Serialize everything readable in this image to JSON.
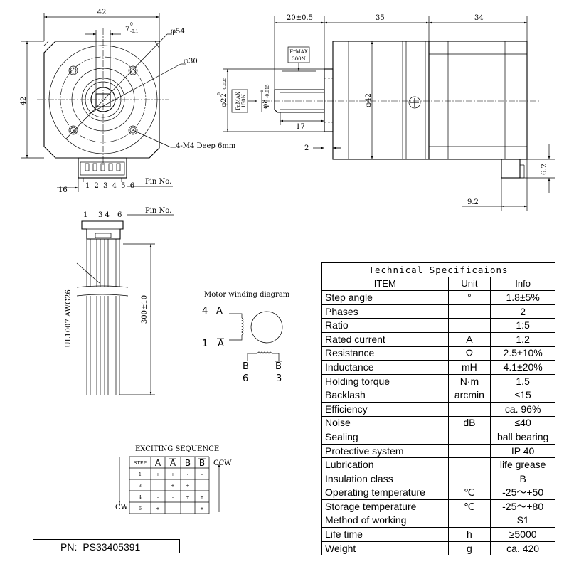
{
  "front_view": {
    "dim_width": "42",
    "dim_height": "42",
    "dim_shaft_offset_main": "7",
    "dim_shaft_offset_tol_top": "0",
    "dim_shaft_offset_tol_bottom": "-0.1",
    "dim_dia_54": "φ54",
    "dim_dia_30": "φ30",
    "note_screws": "4-M4 Deep 6mm",
    "dim_connector": "16",
    "pin_numbers": "1 2 3 4 5 6",
    "pin_label": "Pin No."
  },
  "side_view": {
    "dim_shaft_len": "20±0.5",
    "dim_gearbox_len": "35",
    "dim_motor_len": "34",
    "dim_pilot_main": "φ22",
    "dim_pilot_tol_top": "0",
    "dim_pilot_tol_bottom": "-0.025",
    "dim_shaft_main": "φ8",
    "dim_shaft_tol_top": "0",
    "dim_shaft_tol_bottom": "-0.015",
    "dim_body_dia": "φ42",
    "dim_flat_len": "17",
    "dim_flange": "2",
    "dim_connector_h": "6.2",
    "dim_connector_w": "9.2",
    "fr_load_label": "FrMAX",
    "fr_load_value": "300N",
    "fa_load_label": "FaMAX",
    "fa_load_value": "150N"
  },
  "cable": {
    "pin_label": "Pin No.",
    "pin_1": "1",
    "pin_34": "3 4",
    "pin_6": "6",
    "wire_spec": "UL1007  AWG26",
    "length": "300±10"
  },
  "winding": {
    "title": "Motor winding diagram",
    "pin_a": "4",
    "phase_a": "A",
    "pin_abar": "1",
    "phase_abar": "A",
    "phase_b": "B",
    "phase_bbar": "B",
    "pin_b": "6",
    "pin_bbar": "3"
  },
  "exciting_sequence": {
    "title": "EXCITING SEQUENCE",
    "headers": [
      "STEP",
      "A",
      "A",
      "B",
      "B"
    ],
    "rows": [
      [
        "1",
        "+",
        "+",
        "-",
        "-"
      ],
      [
        "3",
        "-",
        "+",
        "+",
        "-"
      ],
      [
        "4",
        "-",
        "-",
        "+",
        "+"
      ],
      [
        "6",
        "+",
        "-",
        "-",
        "+"
      ]
    ],
    "ccw_label": "CCW",
    "cw_label": "CW"
  },
  "part_number": {
    "label": "PN:",
    "value": "PS33405391"
  },
  "spec_table": {
    "title": "Technical Specificaions",
    "col_item": "ITEM",
    "col_unit": "Unit",
    "col_info": "Info",
    "rows": [
      {
        "item": "Step angle",
        "unit": "°",
        "info": "1.8±5%"
      },
      {
        "item": "Phases",
        "unit": "",
        "info": "2"
      },
      {
        "item": "Ratio",
        "unit": "",
        "info": "1:5"
      },
      {
        "item": "Rated current",
        "unit": "A",
        "info": "1.2"
      },
      {
        "item": "Resistance",
        "unit": "Ω",
        "info": "2.5±10%"
      },
      {
        "item": "Inductance",
        "unit": "mH",
        "info": "4.1±20%"
      },
      {
        "item": "Holding torque",
        "unit": "N·m",
        "info": "1.5"
      },
      {
        "item": "Backlash",
        "unit": "arcmin",
        "info": "≤15"
      },
      {
        "item": "Efficiency",
        "unit": "",
        "info": "ca. 96%"
      },
      {
        "item": "Noise",
        "unit": "dB",
        "info": "≤40"
      },
      {
        "item": "Sealing",
        "unit": "",
        "info": "ball bearing"
      },
      {
        "item": "Protective system",
        "unit": "",
        "info": "IP 40"
      },
      {
        "item": "Lubrication",
        "unit": "",
        "info": "life grease"
      },
      {
        "item": "Insulation class",
        "unit": "",
        "info": "B"
      },
      {
        "item": "Operating temperature",
        "unit": "℃",
        "info": "-25～+50"
      },
      {
        "item": "Storage temperature",
        "unit": "℃",
        "info": "-25～+80"
      },
      {
        "item": "Method of working",
        "unit": "",
        "info": "S1"
      },
      {
        "item": "Life time",
        "unit": "h",
        "info": "≥5000"
      },
      {
        "item": "Weight",
        "unit": "g",
        "info": "ca. 420"
      }
    ]
  }
}
